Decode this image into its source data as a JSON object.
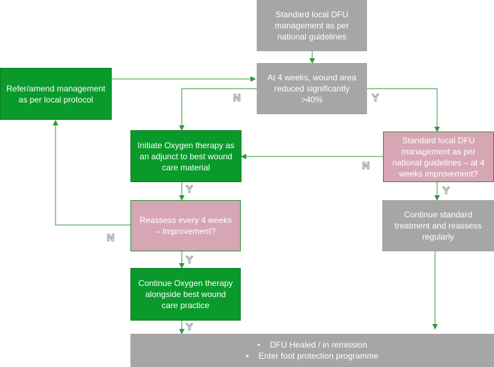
{
  "boxes": {
    "standard_start": "Standard local DFU management  as per national guidelines",
    "at4weeks": "At 4 weeks, wound area reduced significantly >40%",
    "refer_amend": "Refer/amend management  as per local protocol",
    "initiate_oxygen": "Initiate Oxygen therapy as an adjunct to best wound care material",
    "standard_improvement": "Standard local DFU management  as per national guidelines – at 4 weeks improvement?",
    "reassess": "Reassess every 4 weeks – Improvement?",
    "continue_standard": "Continue standard treatment and reassess regularly",
    "continue_oxygen": "Continue Oxygen therapy alongside best wound care practice",
    "outcome": [
      "DFU Healed / in remission",
      "Enter foot protection programme"
    ]
  },
  "labels": {
    "no": "N",
    "yes": "Y"
  },
  "colors": {
    "decision_gray": "#a6a6a6",
    "action_green": "#0a9a2c",
    "question_pink": "#d7a6b4",
    "arrow_green": "#2e9a3a"
  }
}
